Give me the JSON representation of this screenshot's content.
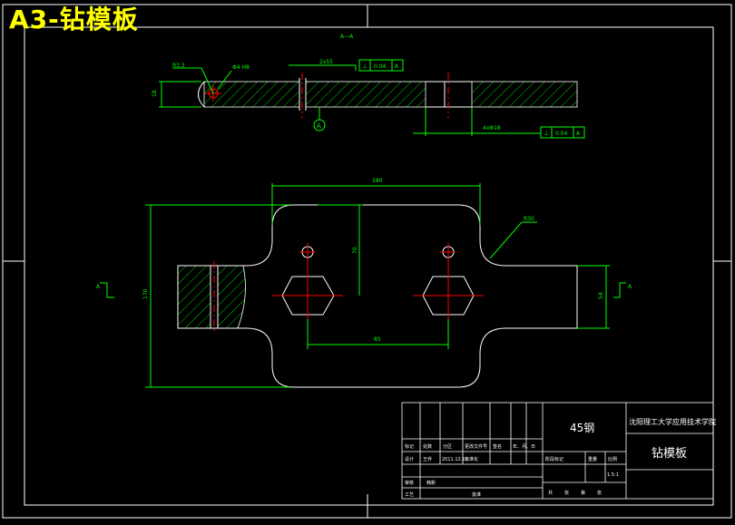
{
  "sheet_title": "A3-钻模板",
  "colors": {
    "background": "#000000",
    "frame": "#ffffff",
    "dimension": "#00ff00",
    "center_line": "#ff0000",
    "highlight": "#ffff00"
  },
  "side_view": {
    "section_label": "A—A",
    "dim_chamfer": "R3.3",
    "dim_hole": "Φ4 H8",
    "dim_width": "2x55",
    "dim_height": "18",
    "tolerance_frame_top": [
      "⊥",
      "0.04",
      "A"
    ],
    "datum_label": "A",
    "dim_holes_bottom": "4xΦ18",
    "tolerance_frame_bottom": [
      "⊥",
      "0.04",
      "A"
    ]
  },
  "top_view": {
    "dim_length": "180",
    "dim_radius": "R30",
    "dim_vertical": "70",
    "dim_spacing": "85",
    "dim_total_height": "170",
    "dim_tab": "54",
    "section_left": "A",
    "section_right": "A"
  },
  "title_block": {
    "material": "45钢",
    "school": "沈阳理工大学应用技术学院",
    "part_name": "钻模板",
    "scale": "1.5:1",
    "row_labels": [
      "标记",
      "处数",
      "分区",
      "更改文件号",
      "签名",
      "年、月、日"
    ],
    "design_row": [
      "设计",
      "王乔",
      "2011.12.10",
      "标准化"
    ],
    "review_label": "审核",
    "review_value": "韩新",
    "process_label": "工艺",
    "approve_label": "批准",
    "stage_headers": [
      "阶段标记",
      "重量",
      "比例"
    ],
    "sheet_info": [
      "共",
      "张",
      "第",
      "张"
    ]
  }
}
